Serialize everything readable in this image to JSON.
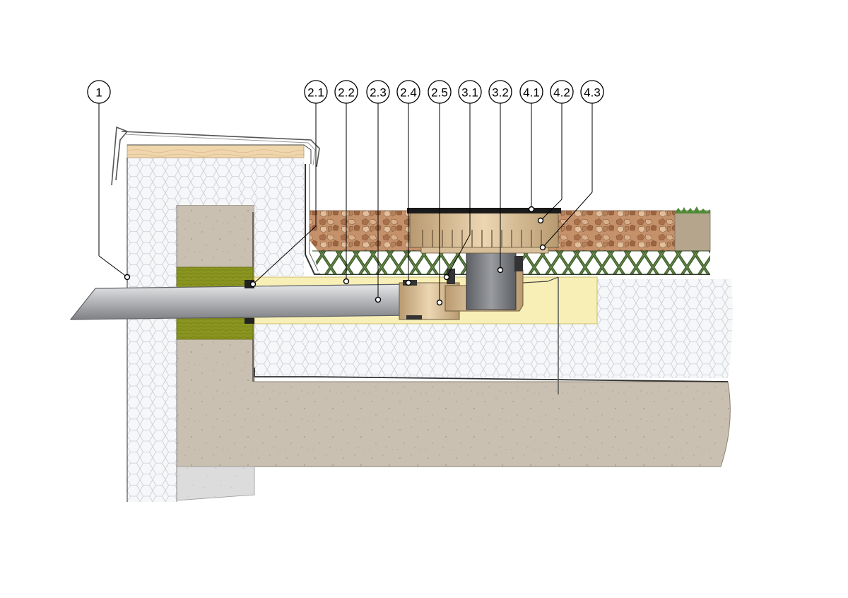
{
  "callouts": [
    {
      "id": "c1",
      "label": "1"
    },
    {
      "id": "c21",
      "label": "2.1"
    },
    {
      "id": "c22",
      "label": "2.2"
    },
    {
      "id": "c23",
      "label": "2.3"
    },
    {
      "id": "c24",
      "label": "2.4"
    },
    {
      "id": "c25",
      "label": "2.5"
    },
    {
      "id": "c31",
      "label": "3.1"
    },
    {
      "id": "c32",
      "label": "3.2"
    },
    {
      "id": "c41",
      "label": "4.1"
    },
    {
      "id": "c42",
      "label": "4.2"
    },
    {
      "id": "c43",
      "label": "4.3"
    }
  ],
  "colors": {
    "insulation": "#f6f7f9",
    "insulation_pattern": "#c9cdd4",
    "concrete": "#c9c0b1",
    "concrete_dark": "#b8ad9c",
    "gravel": "#b07a55",
    "drainage_mat": "#3f5e2c",
    "pipe": "#b7b9bc",
    "drain_body": "#d9c09a",
    "mineral_wool": "#7f8a1e",
    "sealing_sleeve": "#f7efb5",
    "wood_board": "#f0d6ad",
    "grass": "#4e8a35"
  }
}
